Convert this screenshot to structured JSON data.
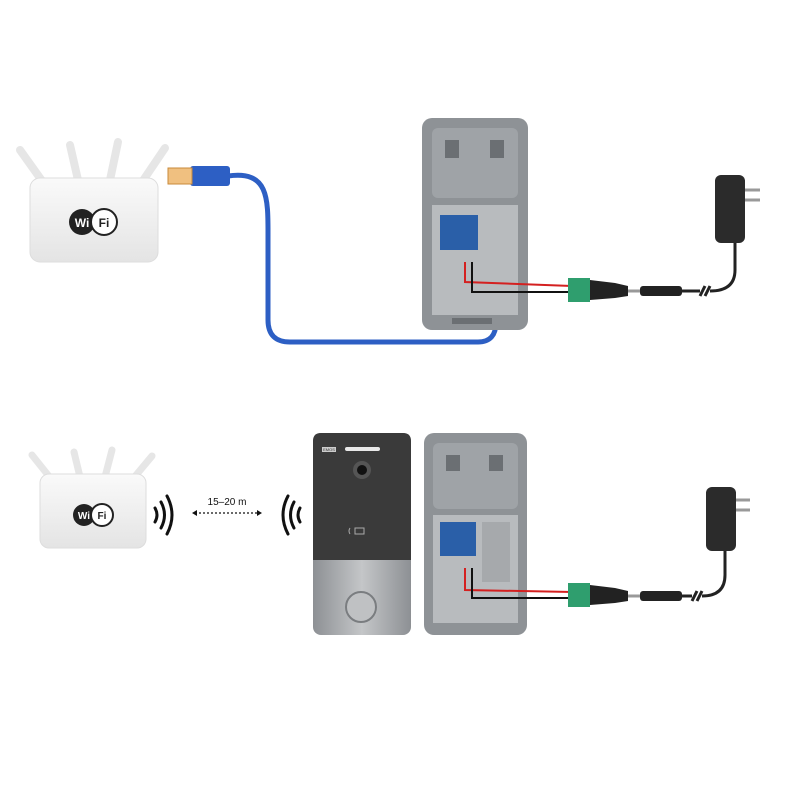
{
  "top_setup": {
    "router": {
      "wifi_badge_left": "Wi",
      "wifi_badge_right": "Fi"
    },
    "connection": "ethernet-cable"
  },
  "bottom_setup": {
    "router": {
      "wifi_badge_left": "Wi",
      "wifi_badge_right": "Fi"
    },
    "distance_label": "15–20 m",
    "doorbell_brand": "EMOS"
  },
  "colors": {
    "cable": "#2d5fc4",
    "router": "#f3f3f3",
    "panel_back": "#8e9296",
    "panel_front_dark": "#3a3a3a",
    "panel_front_silver": "#a9acaf",
    "terminal": "#2f9e6e",
    "wire_red": "#d42020"
  }
}
